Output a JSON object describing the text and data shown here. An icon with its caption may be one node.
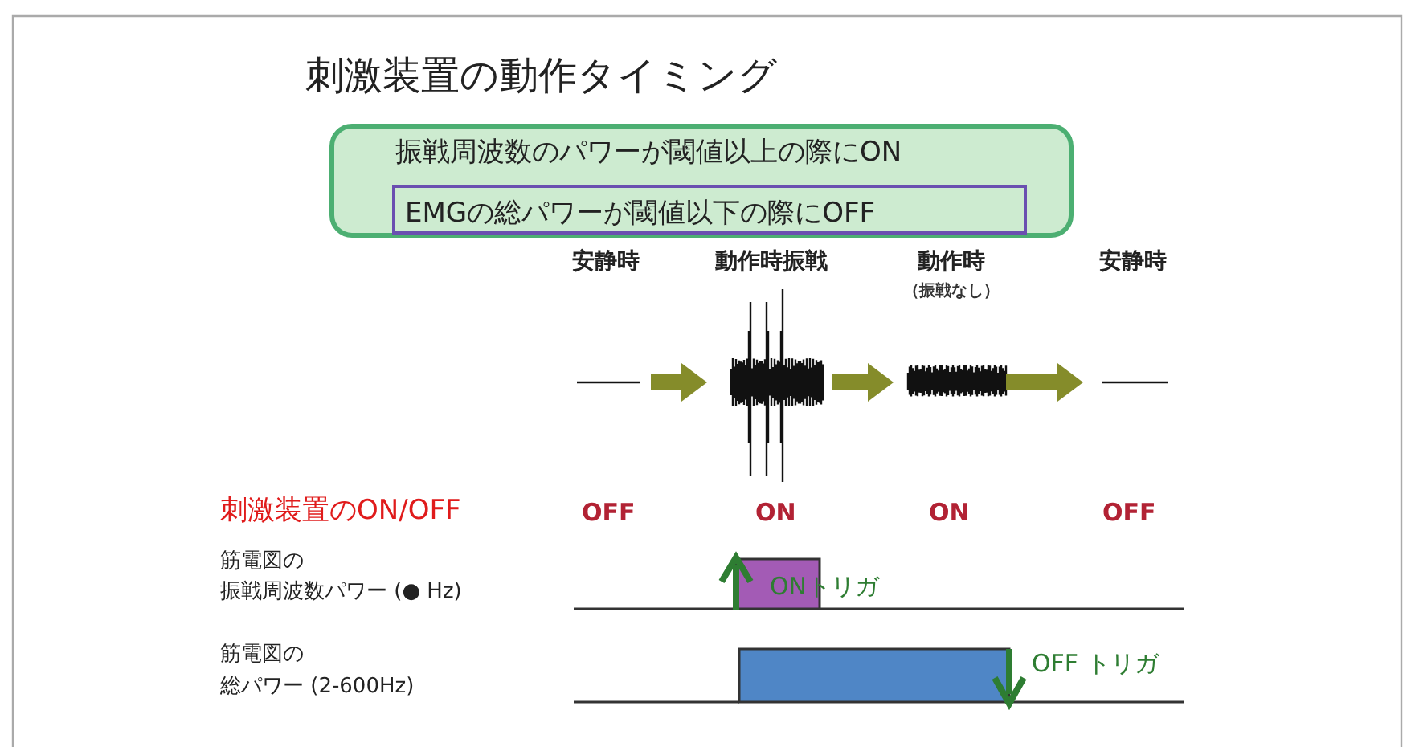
{
  "diagram": {
    "title": "刺激装置の動作タイミング",
    "nodes": [
      {
        "text": [
          "振戦周波数のパワーが閾値以上の際にON"
        ]
      },
      {
        "text": [
          "EMGの総パワーが閾値以下の際にOFF"
        ],
        "in": 0
      },
      {
        "text": [
          "安静時"
        ]
      },
      {
        "text": [
          "動作時振戦"
        ]
      },
      {
        "text": [
          "動作時",
          "（振戦なし）"
        ]
      },
      {
        "text": [
          "安静時"
        ]
      }
    ],
    "edges": [
      {
        "from": 2,
        "to": 3,
        "arrow": "to"
      },
      {
        "from": 3,
        "to": 4,
        "arrow": "to"
      },
      {
        "from": 4,
        "to": 5,
        "arrow": "to"
      }
    ],
    "labels": [
      "刺激装置のON/OFF",
      "OFF",
      "ON",
      "ON",
      "OFF",
      "筋電図の",
      "振戦周波数パワー (● Hz)",
      "ONトリガ",
      "筋電図の",
      "総パワー (2-600Hz)",
      "OFF トリガ"
    ]
  }
}
